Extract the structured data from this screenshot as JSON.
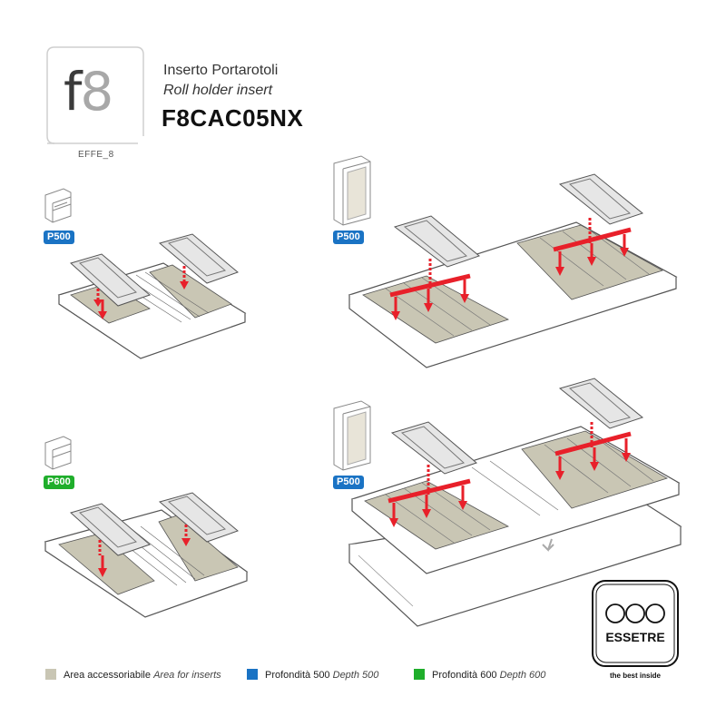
{
  "brand": {
    "logo_f": "f",
    "logo_8": "8",
    "subtitle": "EFFE_8"
  },
  "product": {
    "title_it": "Inserto Portarotoli",
    "title_en": "Roll holder insert",
    "code": "F8CAC05NX"
  },
  "badges": {
    "p500_a": "P500",
    "p500_b": "P500",
    "p600": "P600",
    "p500_c": "P500"
  },
  "legend": {
    "area_label": "Area accessoriabile",
    "area_label_en": "Area for inserts",
    "area_color": "#c9c6b4",
    "depth500_label": "Profondità 500",
    "depth500_label_en": "Depth 500",
    "depth500_color": "#1a73c4",
    "depth600_label": "Profondità 600",
    "depth600_label_en": "Depth 600",
    "depth600_color": "#1fae2b"
  },
  "essetre": {
    "name": "ESSETRE",
    "tagline": "the best inside"
  },
  "colors": {
    "arrow": "#e8202a",
    "tray": "#c9c6b4"
  }
}
